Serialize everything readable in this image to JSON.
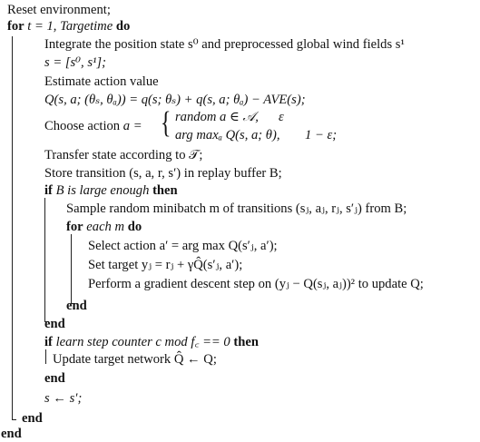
{
  "algorithm": {
    "lines": [
      "Reset environment;",
      "Integrate the position state s⁰ and preprocessed global wind fields s¹",
      "Estimate action value",
      "Choose action",
      "Transfer state according to 𝒯;",
      "Store transition (s, a, r, s′) in replay buffer B;",
      "Sample random minibatch m of transitions (sⱼ, aⱼ, rⱼ, s′ⱼ) from B;",
      "Select action a′ = arg max Q(s′ⱼ, a′);",
      "Set target yⱼ = rⱼ + γQ̂(s′ⱼ, a′);",
      "Perform a gradient descent step on (yⱼ − Q(sⱼ, aⱼ))² to update Q;",
      "Update target network Q̂ ← Q;",
      "s ← s′;"
    ],
    "keywords": {
      "for": "for",
      "do": "do",
      "if": "if",
      "then": "then",
      "end": "end"
    },
    "conditions": {
      "outer_loop": "t = 1, Targetime",
      "buffer_check": "B is large enough",
      "inner_loop": "each m",
      "target_update": "learn step counter c mod f꜀ == 0"
    },
    "formulas": {
      "state": "s = [s⁰, s¹];",
      "q_value": "Q(s, a; (θₛ, θₐ)) = q(s; θₛ) + q(s, a; θₐ) − AVE(s);",
      "choose_case1_action": "random a ∈ 𝒜,",
      "choose_case1_prob": "ε",
      "choose_case2_action": "arg maxₐ Q(s, a; θ),",
      "choose_case2_prob": "1 − ε;"
    }
  }
}
